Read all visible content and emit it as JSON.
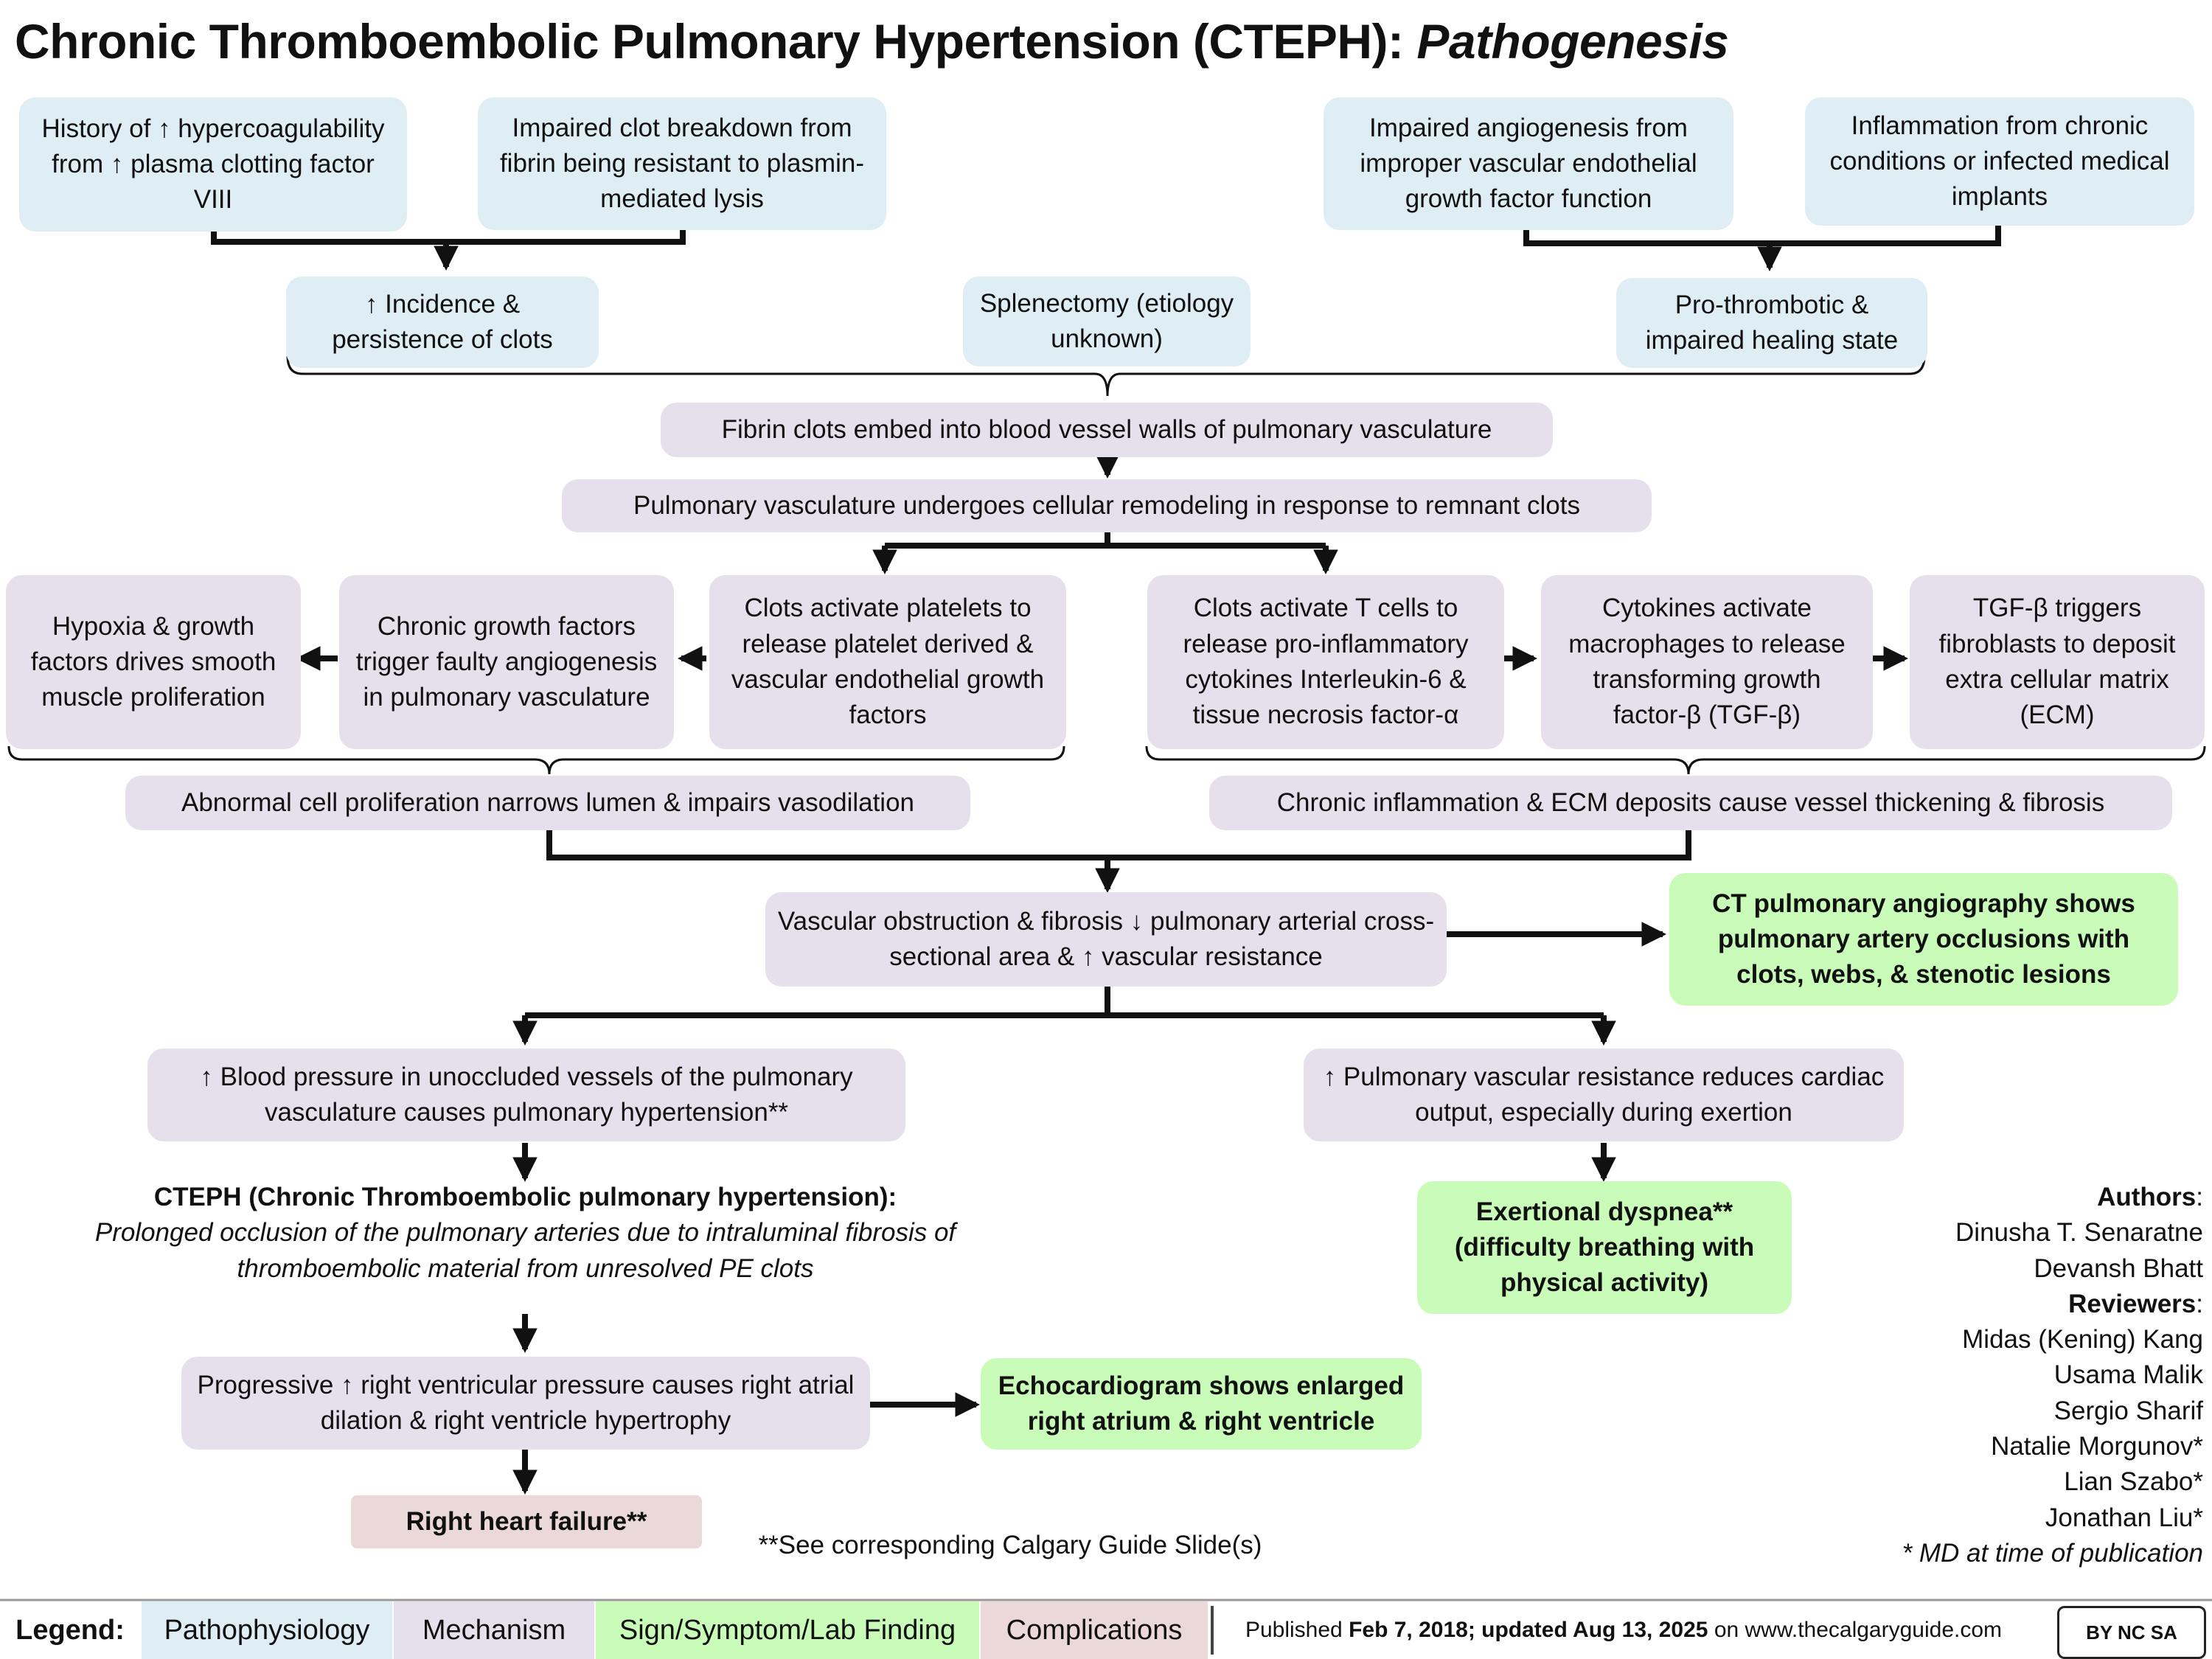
{
  "title": {
    "main": "Chronic Thromboembolic Pulmonary Hypertension (CTEPH):",
    "sub": "Pathogenesis"
  },
  "nodes": {
    "history": "History of ↑ hypercoagulability from ↑ plasma clotting factor VIII",
    "impaired_clot": "Impaired clot breakdown from fibrin being resistant to plasmin-mediated lysis",
    "impaired_angio": "Impaired angiogenesis from improper vascular endothelial growth factor function",
    "inflammation": "Inflammation from chronic conditions or infected medical implants",
    "incidence": "↑ Incidence & persistence of clots",
    "splenectomy": "Splenectomy (etiology unknown)",
    "prothrombotic": "Pro-thrombotic & impaired healing state",
    "fibrin_embed": "Fibrin clots embed into blood vessel walls of pulmonary vasculature",
    "remodeling": "Pulmonary vasculature undergoes cellular remodeling in response to remnant clots",
    "hypoxia": "Hypoxia & growth factors drives smooth muscle proliferation",
    "chronic_growth": "Chronic growth factors trigger faulty angiogenesis in pulmonary vasculature",
    "platelets": "Clots activate platelets to release platelet derived & vascular endothelial growth factors",
    "tcells": "Clots activate T cells to release pro-inflammatory cytokines Interleukin-6 & tissue necrosis factor-α",
    "cytokines": "Cytokines activate macrophages to release transforming growth factor-β (TGF-β)",
    "tgf": "TGF-β triggers fibroblasts to deposit extra cellular matrix (ECM)",
    "abnormal": "Abnormal cell proliferation narrows lumen & impairs vasodilation",
    "chronic_inflam": "Chronic inflammation & ECM deposits cause vessel thickening & fibrosis",
    "obstruction": "Vascular obstruction & fibrosis ↓ pulmonary arterial cross-sectional area & ↑ vascular resistance",
    "ct": "CT pulmonary angiography shows pulmonary artery occlusions with clots, webs, & stenotic lesions",
    "bp": "↑ Blood pressure in unoccluded vessels of the pulmonary vasculature causes pulmonary hypertension**",
    "pvr": "↑ Pulmonary vascular resistance reduces cardiac output, especially during exertion",
    "cteph_def_title": "CTEPH (Chronic Thromboembolic pulmonary hypertension):",
    "cteph_def_body": "Prolonged occlusion of the pulmonary arteries due to intraluminal fibrosis of thromboembolic material from unresolved PE clots",
    "dyspnea": "Exertional dyspnea** (difficulty breathing with physical activity)",
    "rv": "Progressive ↑ right ventricular pressure causes right atrial dilation & right ventricle hypertrophy",
    "echo": "Echocardiogram shows enlarged right atrium & right ventricle",
    "rhf": "Right heart failure**",
    "see_slide": "**See corresponding Calgary Guide Slide(s)"
  },
  "authors": {
    "authors_label": "Authors",
    "authors": [
      "Dinusha T. Senaratne",
      "Devansh Bhatt"
    ],
    "reviewers_label": "Reviewers",
    "reviewers": [
      "Midas (Kening) Kang",
      "Usama Malik",
      "Sergio Sharif",
      "Natalie Morgunov*",
      "Lian Szabo*",
      "Jonathan Liu*"
    ],
    "note": "* MD at time of publication"
  },
  "legend": {
    "label": "Legend:",
    "items": [
      "Pathophysiology",
      "Mechanism",
      "Sign/Symptom/Lab Finding",
      "Complications"
    ],
    "published_prefix": "Published",
    "published_dates": "Feb 7, 2018; updated Aug 13, 2025",
    "published_suffix": "on www.thecalgaryguide.com",
    "license": "BY NC SA"
  },
  "colors": {
    "pathophysiology": "#dfedf4",
    "mechanism": "#e6e0ec",
    "sign": "#c8fcb8",
    "complication": "#ead9d8"
  }
}
